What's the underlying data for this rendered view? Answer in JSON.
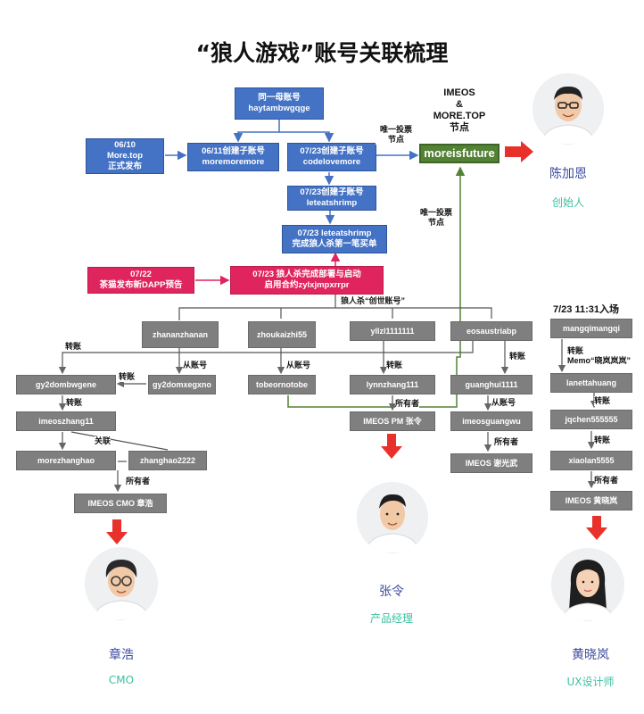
{
  "title": "“狼人游戏”账号关联梳理",
  "nodes": {
    "parent": [
      "同一母账号",
      "haytambwgqge"
    ],
    "moretop": [
      "06/10",
      "More.top",
      "正式发布"
    ],
    "moremoremore": [
      "06/11创建子账号",
      "moremoremore"
    ],
    "codelovemore": [
      "07/23创建子账号",
      "codelovemore"
    ],
    "leteatshrimp": [
      "07/23创建子账号",
      "leteatshrimp"
    ],
    "firstbuy": [
      "07/23 leteatshrimp",
      "完成狼人杀第一笔买单"
    ],
    "catpreview": [
      "07/22",
      "茶猫发布新DAPP预告"
    ],
    "deploy": [
      "07/23 狼人杀完成部署与启动",
      "启用合约zylxjmpxrrpr"
    ],
    "moreisfuture": "moreisfuture",
    "zhananzhanan": "zhananzhanan",
    "zhoukaizhi55": "zhoukaizhi55",
    "yllzl": "yllzl1111111",
    "eosaustriabp": "eosaustriabp",
    "gy2dombwgene": "gy2dombwgene",
    "gy2domxegxno": "gy2domxegxno",
    "tobeornotobe": "tobeornotobe",
    "lynnzhang111": "lynnzhang111",
    "guanghui1111": "guanghui1111",
    "imeoszhang11": "imeoszhang11",
    "morezhanghao": "morezhanghao",
    "zhanghao2222": "zhanghao2222",
    "cmo": "IMEOS CMO 章浩",
    "pm": "IMEOS PM 张令",
    "imeosguangwu": "imeosguangwu",
    "xieguangwu": "IMEOS 谢光武",
    "mangqi": "mangqimangqi",
    "lanettahuang": "lanettahuang",
    "jqchen": "jqchen555555",
    "xiaolan": "xiaolan5555",
    "huang": "IMEOS 黄晓岚"
  },
  "labels": {
    "imeos": [
      "IMEOS",
      "&",
      "MORE.TOP",
      "节点"
    ],
    "vote1": [
      "唯一投票",
      "节点"
    ],
    "vote2": [
      "唯一投票",
      "节点"
    ],
    "genesis": "狼人杀“创世账号”",
    "enter": "7/23 11:31入场",
    "transfer1": "转账",
    "transfer2": "转账",
    "transfer3": "转账",
    "transfer4": "转账",
    "transfer5": "转账",
    "transfer_memo": [
      "转账",
      "Memo“晓岚岚岚”"
    ],
    "transfer6": "转账",
    "transfer7": "转账",
    "sub1": "从账号",
    "sub2": "从账号",
    "sub3": "从账号",
    "related": "关联",
    "owner1": "所有者",
    "owner2": "所有者",
    "owner3": "所有者",
    "owner4": "所有者"
  },
  "people": {
    "founder": {
      "name": "陈加恩",
      "role": "创始人"
    },
    "pm": {
      "name": "张令",
      "role": "产品经理"
    },
    "cmo": {
      "name": "章浩",
      "role": "CMO"
    },
    "ux": {
      "name": "黄晓岚",
      "role": "UX设计师"
    }
  },
  "colors": {
    "blue": "#4472c4",
    "pink": "#e0245e",
    "gray": "#7f7f7f",
    "green": "#548235",
    "arrow_red": "#e8312a",
    "name": "#3b4a9e",
    "role": "#3cc1a0"
  }
}
